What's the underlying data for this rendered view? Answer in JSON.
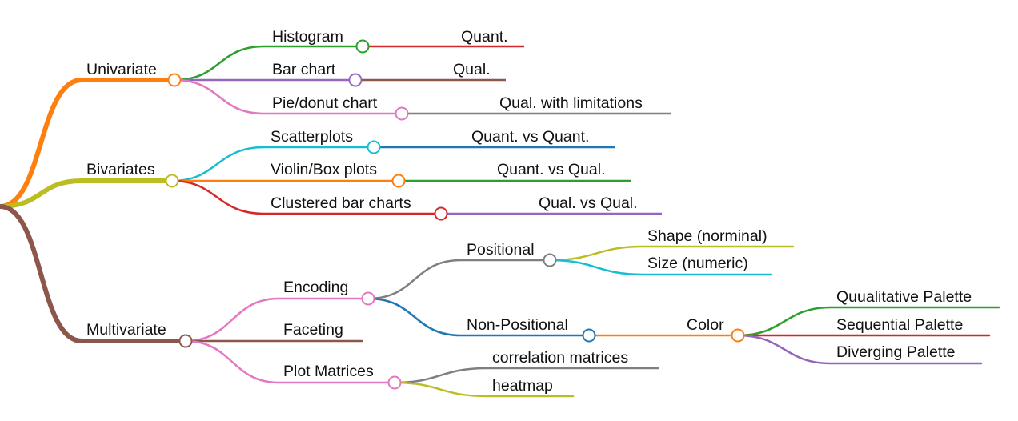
{
  "palette": {
    "orange": "#ff7f0e",
    "olive": "#bcbd22",
    "brown": "#8c564b",
    "green": "#2ca02c",
    "red": "#d62728",
    "purple": "#9467bd",
    "pink": "#e377c2",
    "gray": "#7f7f7f",
    "cyan": "#17becf",
    "blue": "#1f77b4"
  },
  "mindmap": {
    "branches": [
      {
        "label": "Univariate",
        "color": "#ff7f0e",
        "children": [
          {
            "label": "Histogram",
            "color": "#2ca02c",
            "children": [
              {
                "label": "Quant.",
                "color": "#d62728"
              }
            ]
          },
          {
            "label": "Bar chart",
            "color": "#9467bd",
            "children": [
              {
                "label": "Qual.",
                "color": "#8c564b"
              }
            ]
          },
          {
            "label": "Pie/donut chart",
            "color": "#e377c2",
            "children": [
              {
                "label": "Qual. with limitations",
                "color": "#7f7f7f"
              }
            ]
          }
        ]
      },
      {
        "label": "Bivariates",
        "color": "#bcbd22",
        "children": [
          {
            "label": "Scatterplots",
            "color": "#17becf",
            "children": [
              {
                "label": "Quant. vs Quant.",
                "color": "#1f77b4"
              }
            ]
          },
          {
            "label": "Violin/Box plots",
            "color": "#ff7f0e",
            "children": [
              {
                "label": "Quant. vs Qual.",
                "color": "#2ca02c"
              }
            ]
          },
          {
            "label": "Clustered bar charts",
            "color": "#d62728",
            "children": [
              {
                "label": "Qual. vs Qual.",
                "color": "#9467bd"
              }
            ]
          }
        ]
      },
      {
        "label": "Multivariate",
        "color": "#8c564b",
        "children": [
          {
            "label": "Encoding",
            "color": "#e377c2",
            "children": [
              {
                "label": "Positional",
                "color": "#7f7f7f",
                "children": [
                  {
                    "label": "Shape (norminal)",
                    "color": "#bcbd22"
                  },
                  {
                    "label": "Size (numeric)",
                    "color": "#17becf"
                  }
                ]
              },
              {
                "label": "Non-Positional",
                "color": "#1f77b4",
                "children": [
                  {
                    "label": "Color",
                    "color": "#ff7f0e",
                    "children": [
                      {
                        "label": "Quualitative Palette",
                        "color": "#2ca02c"
                      },
                      {
                        "label": "Sequential Palette",
                        "color": "#d62728"
                      },
                      {
                        "label": "Diverging Palette",
                        "color": "#9467bd"
                      }
                    ]
                  }
                ]
              }
            ]
          },
          {
            "label": "Faceting",
            "color": "#8c564b"
          },
          {
            "label": "Plot Matrices",
            "color": "#e377c2",
            "children": [
              {
                "label": "correlation matrices",
                "color": "#7f7f7f"
              },
              {
                "label": "heatmap",
                "color": "#bcbd22"
              }
            ]
          }
        ]
      }
    ]
  }
}
